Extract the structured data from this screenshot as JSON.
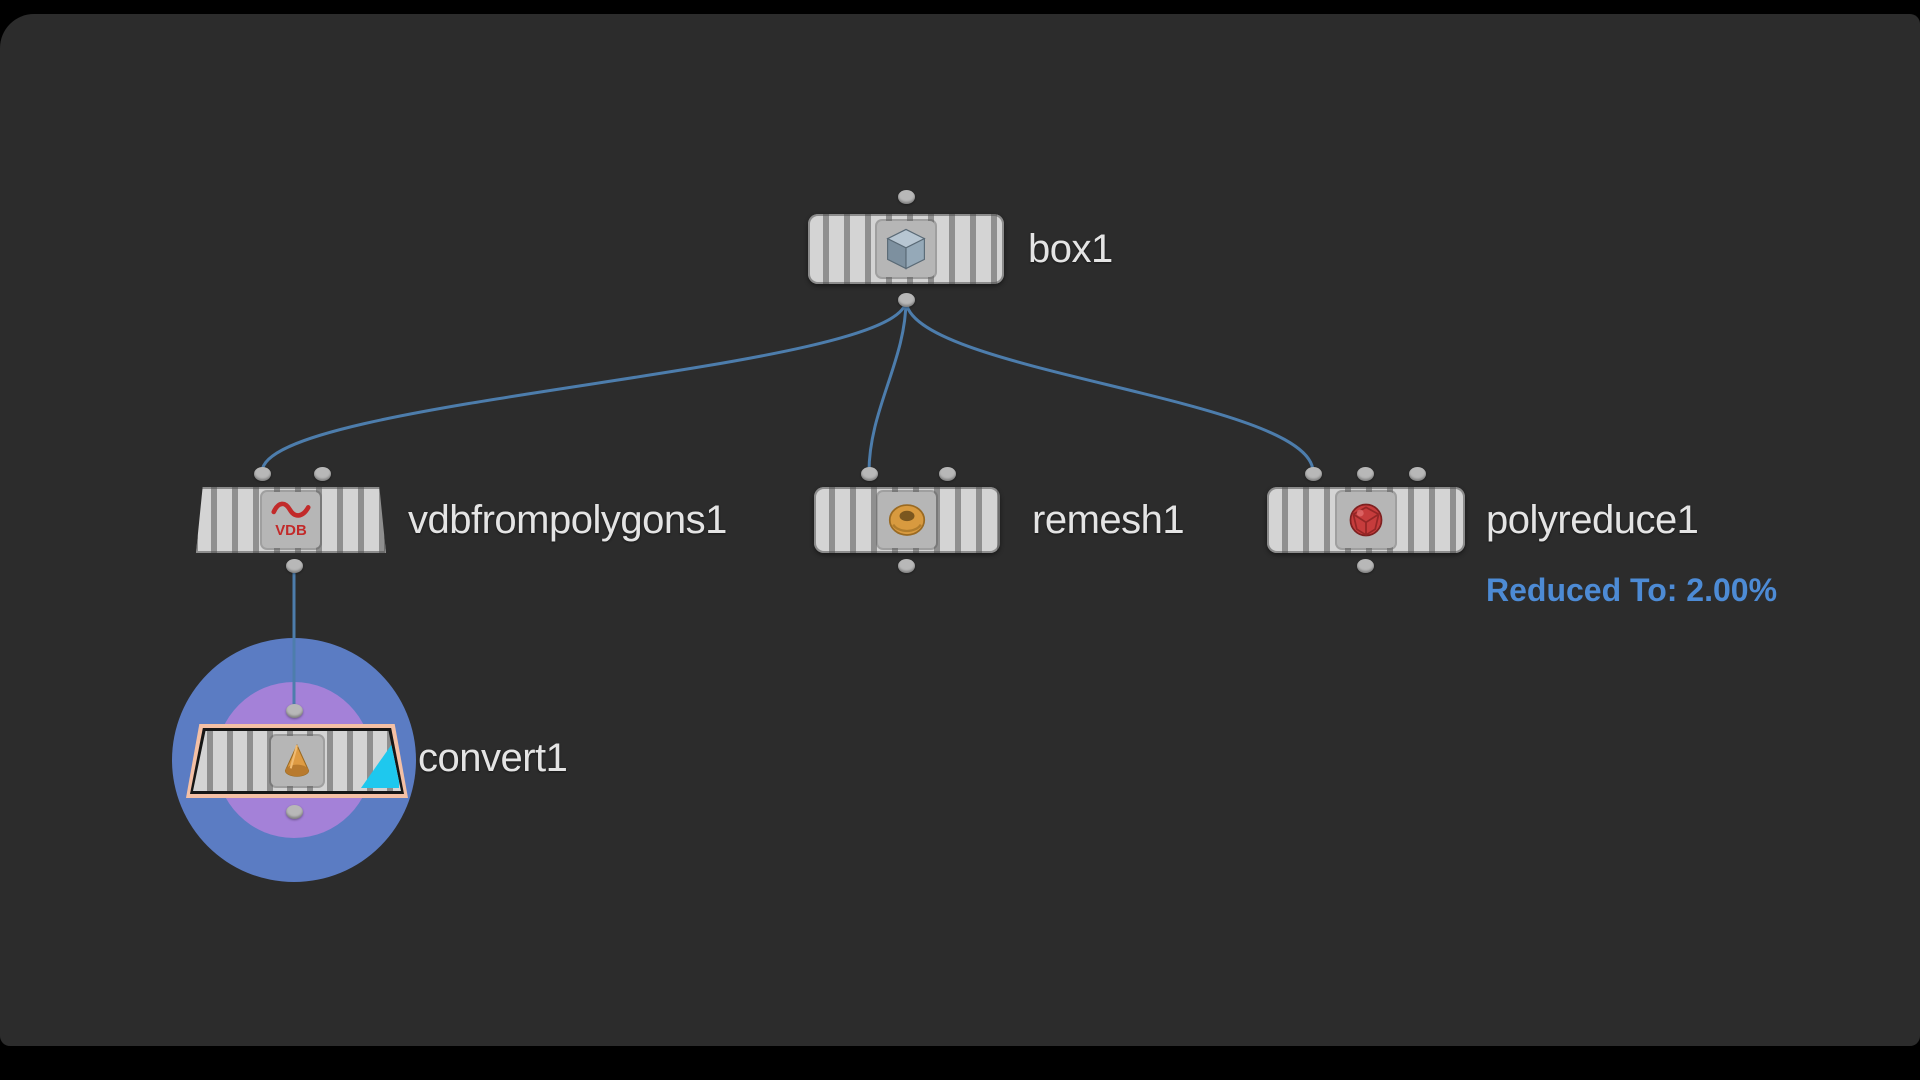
{
  "editor": {
    "background": "#2c2c2c",
    "frame": "#000000"
  },
  "colors": {
    "wire": "#4d7dac",
    "node_light": "#d4d4d4",
    "node_dark": "#8f8f8f",
    "pin": "#b8b8b8",
    "label": "#e4e4e4",
    "badge": "#4d8bd5",
    "selection_outer": "#5b7cc3",
    "selection_inner": "#a481d8",
    "selected_outline": "#f4c0a5",
    "display_flag": "#1ec8ee"
  },
  "icon_text": {
    "vdb": "VDB"
  },
  "nodes": [
    {
      "label": "box1",
      "icon": "cube-icon"
    },
    {
      "label": "vdbfrompolygons1",
      "icon": "vdb-icon"
    },
    {
      "label": "remesh1",
      "icon": "torus-icon"
    },
    {
      "label": "polyreduce1",
      "icon": "red-sphere-icon",
      "badge": "Reduced To: 2.00%"
    },
    {
      "label": "convert1",
      "icon": "cone-icon",
      "selected": true
    }
  ]
}
